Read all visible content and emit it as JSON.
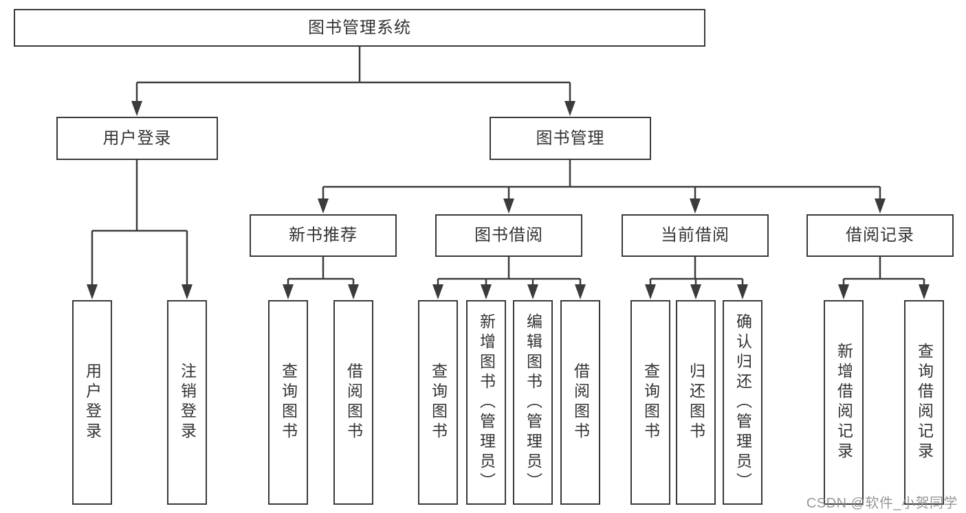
{
  "nodes": {
    "root": "图书管理系统",
    "user_login": "用户登录",
    "book_mgmt": "图书管理",
    "new_book_rec": "新书推荐",
    "book_borrow": "图书借阅",
    "current_borrow": "当前借阅",
    "borrow_records": "借阅记录",
    "leaf_user_login": "用户登录",
    "leaf_logout": "注销登录",
    "leaf_query_book_nb": "查询图书",
    "leaf_borrow_book_nb": "借阅图书",
    "leaf_query_book_bb": "查询图书",
    "leaf_add_book": "新增图书（管理员）",
    "leaf_edit_book": "编辑图书（管理员）",
    "leaf_borrow_book_bb": "借阅图书",
    "leaf_query_book_cb": "查询图书",
    "leaf_return_book": "归还图书",
    "leaf_confirm_return": "确认归还（管理员）",
    "leaf_add_record": "新增借阅记录",
    "leaf_query_record": "查询借阅记录"
  },
  "watermark": {
    "text": "CSDN @软件_小贺同学"
  },
  "colors": {
    "line": "#3b3b3b",
    "box_border": "#383838",
    "text": "#333333",
    "watermark": "#8f8f8f",
    "background": "#ffffff"
  }
}
